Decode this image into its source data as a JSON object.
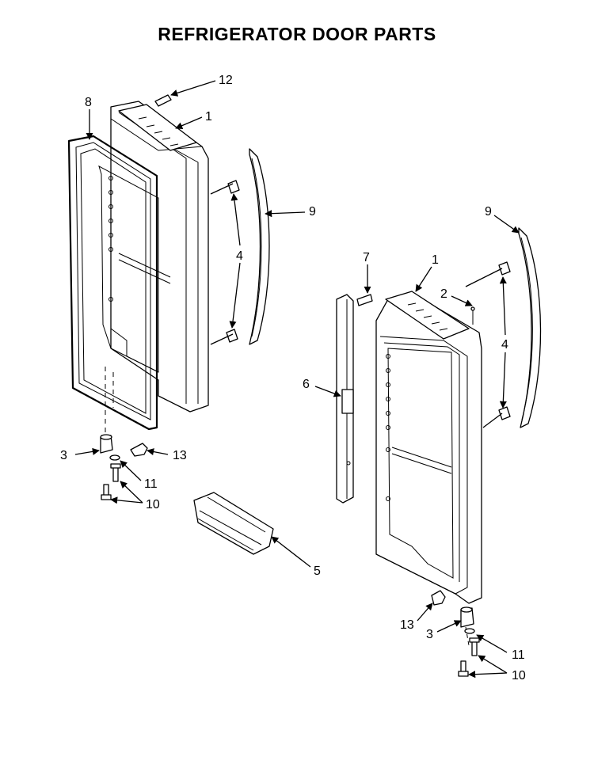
{
  "title": "REFRIGERATOR DOOR PARTS",
  "colors": {
    "line": "#000000",
    "background": "#ffffff"
  },
  "callouts": {
    "left_12": "12",
    "left_1": "1",
    "left_8": "8",
    "left_9": "9",
    "left_4": "4",
    "left_3": "3",
    "left_13": "13",
    "left_11": "11",
    "left_10": "10",
    "bin_5": "5",
    "right_9": "9",
    "right_7": "7",
    "right_1": "1",
    "right_2": "2",
    "right_4": "4",
    "right_6": "6",
    "right_13": "13",
    "right_3": "3",
    "right_11": "11",
    "right_10": "10"
  }
}
